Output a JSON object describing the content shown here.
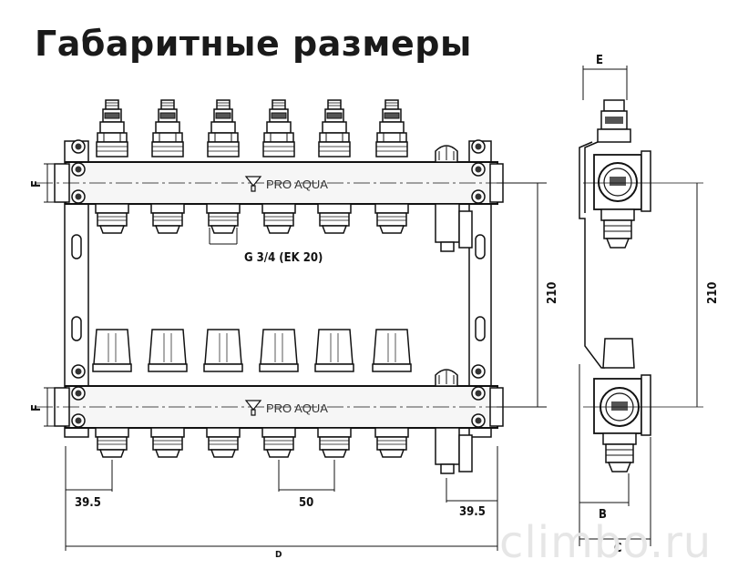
{
  "title": "Габаритные размеры",
  "brand": "PRO AQUA",
  "dimensions": {
    "thread": "G 3/4 (EK 20)",
    "height_front": "210",
    "height_side": "210",
    "spacing": "50",
    "left_offset": "39.5",
    "right_offset": "39.5",
    "f_top": "F",
    "f_bottom": "F",
    "e": "E",
    "b": "B",
    "c": "C",
    "d": "D"
  },
  "watermark": "climbo.ru",
  "colors": {
    "line": "#111111",
    "body": "#f6f6f6",
    "watermark": "#e6e6e6"
  }
}
